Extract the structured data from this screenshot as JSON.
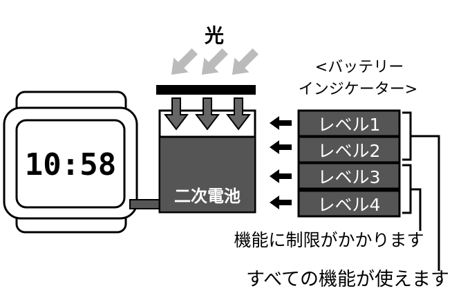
{
  "light_label": "光",
  "indicator_header": {
    "line1": "<バッテリー",
    "line2": "インジケーター>"
  },
  "watch": {
    "time": "10:58"
  },
  "battery_label": "二次電池",
  "levels": [
    "レベル1",
    "レベル2",
    "レベル3",
    "レベル4"
  ],
  "notes": {
    "restricted": "機能に制限がかかります",
    "all_functions": "すべての機能が使えます"
  },
  "colors": {
    "battery_fill": "#555555",
    "level_fill": "#555555",
    "light_arrow": "#bbbbbb",
    "down_arrow": "#666666",
    "ink": "#000000"
  }
}
